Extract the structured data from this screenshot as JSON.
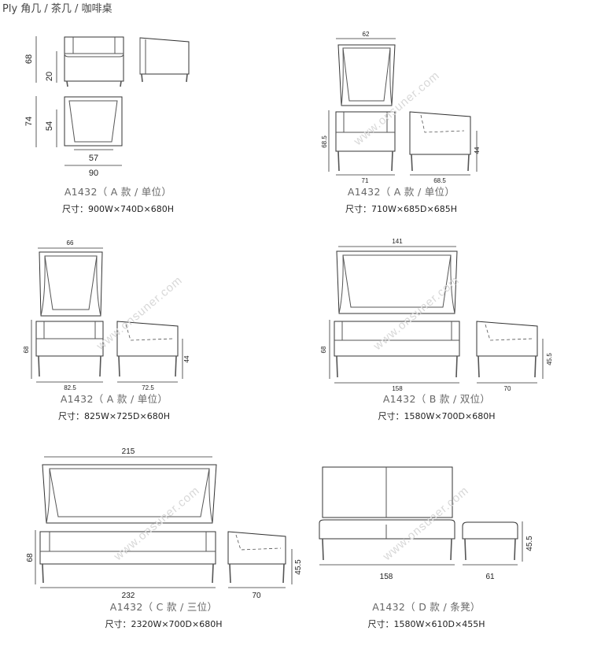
{
  "header": {
    "title": "Ply 角几 / 茶几 / 咖啡桌"
  },
  "watermark": "www.onsuner.com",
  "products": [
    {
      "model": "A1432（ A 款 / 单位）",
      "size": "尺寸：900W×740D×680H",
      "dims": [
        "68",
        "20",
        "74",
        "54",
        "57",
        "90"
      ]
    },
    {
      "model": "A1432（ A 款 / 单位）",
      "size": "尺寸：710W×685D×685H",
      "dims": [
        "62",
        "68.5",
        "71",
        "68.5",
        "44"
      ]
    },
    {
      "model": "A1432（ A 款 / 单位）",
      "size": "尺寸：825W×725D×680H",
      "dims": [
        "66",
        "68",
        "82.5",
        "72.5",
        "44"
      ]
    },
    {
      "model": "A1432（ B 款 / 双位）",
      "size": "尺寸：1580W×700D×680H",
      "dims": [
        "141",
        "68",
        "158",
        "70",
        "45.5"
      ]
    },
    {
      "model": "A1432（ C 款 / 三位）",
      "size": "尺寸：2320W×700D×680H",
      "dims": [
        "215",
        "68",
        "232",
        "70",
        "45.5"
      ]
    },
    {
      "model": "A1432（ D 款 / 条凳）",
      "size": "尺寸：1580W×610D×455H",
      "dims": [
        "45.5",
        "158",
        "61"
      ]
    }
  ]
}
